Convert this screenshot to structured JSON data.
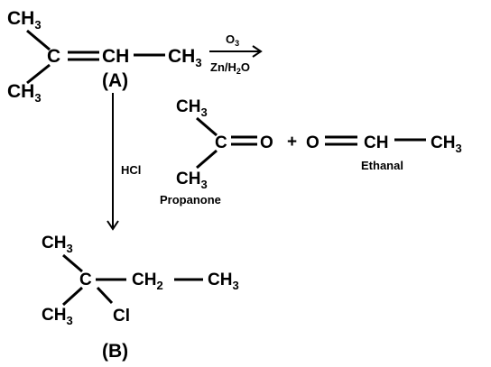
{
  "compound_a": {
    "ch3_top": "CH",
    "ch3_top_sub": "3",
    "c": "C",
    "ch": "CH",
    "ch3_right": "CH",
    "ch3_right_sub": "3",
    "ch3_bottom": "CH",
    "ch3_bottom_sub": "3",
    "label": "(A)"
  },
  "ozonolysis": {
    "reagent_top": "O",
    "reagent_top_sub": "3",
    "reagent_bottom_a": "Zn/H",
    "reagent_bottom_sub": "2",
    "reagent_bottom_b": "O"
  },
  "propanone": {
    "ch3_top": "CH",
    "ch3_top_sub": "3",
    "c": "C",
    "o": "O",
    "ch3_bottom": "CH",
    "ch3_bottom_sub": "3",
    "name": "Propanone"
  },
  "plus": "+",
  "ethanal": {
    "o": "O",
    "ch": "CH",
    "ch3": "CH",
    "ch3_sub": "3",
    "name": "Ethanal"
  },
  "hcl_reagent": "HCl",
  "compound_b": {
    "ch3_top": "CH",
    "ch3_top_sub": "3",
    "c": "C",
    "ch2": "CH",
    "ch2_sub": "2",
    "ch3_right": "CH",
    "ch3_right_sub": "3",
    "ch3_bottom": "CH",
    "ch3_bottom_sub": "3",
    "cl": "Cl",
    "label": "(B)"
  }
}
